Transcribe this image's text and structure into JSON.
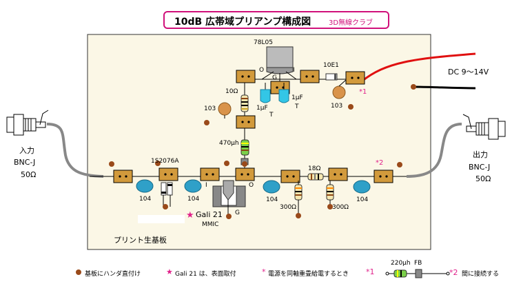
{
  "title": "10dB 広帯域プリアンプ構成図",
  "subtitle": "3D無線クラブ",
  "labels": {
    "regulator": "78L05",
    "reg_o": "O",
    "reg_g": "G",
    "reg_i": "I",
    "diode": "10E1",
    "note1": "*1",
    "dc": "DC  9～14V",
    "r10": "10Ω",
    "cap103_left": "103",
    "cap103_right": "103",
    "uf_left": "1μF",
    "uf_right": "1μF",
    "t_left": "T",
    "t_right": "T",
    "ind470": "470μh",
    "diode_1s": "1S2076A",
    "r18": "18Ω",
    "note2": "*2",
    "input": "入力",
    "input_bnc": "BNC-J",
    "input_ohm": "50Ω",
    "output": "出力",
    "output_bnc": "BNC-J",
    "output_ohm": "50Ω",
    "c104_1": "104",
    "c104_2": "104",
    "c104_3": "104",
    "c104_4": "104",
    "amp_i": "I",
    "amp_o": "O",
    "amp_g": "G",
    "r300_1": "300Ω",
    "r300_2": "300Ω",
    "gali": "Gali 21",
    "mmic": "MMIC",
    "board": "プリント生基板"
  },
  "legend": {
    "solder": "基板にハンダ直付け",
    "gali": "Gali 21 は、表面取付",
    "feed": "電源を同軸重畳給電するとき",
    "feed_ref": "*1",
    "coil": "220μh",
    "fb": "FB",
    "connect_ref": "*2",
    "connect": "間に接続する"
  },
  "colors": {
    "board": "#fbf7e6",
    "pad": "#d29a3c",
    "capacitor": "#2fa0c8",
    "solder": "#9a4a1a",
    "magenta": "#e0208a",
    "wire_red": "#e01010"
  }
}
